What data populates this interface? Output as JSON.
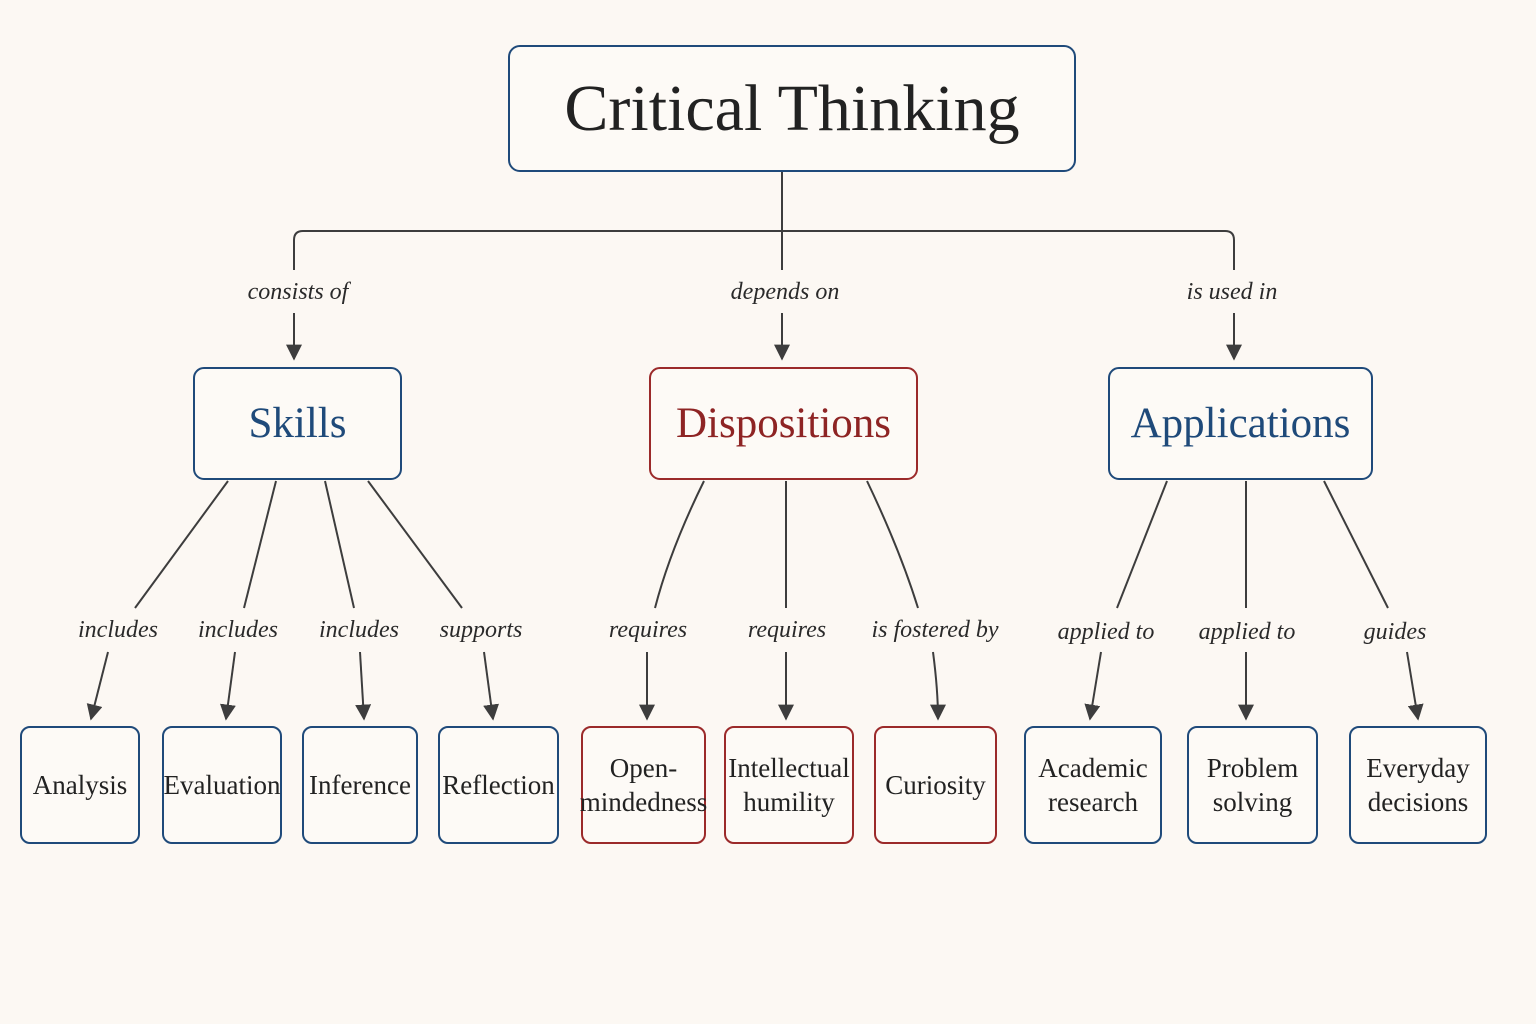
{
  "root": {
    "title": "Critical Thinking"
  },
  "branches": [
    {
      "relation": "consists of",
      "title": "Skills",
      "color": "#1f4a7a",
      "children": [
        {
          "relation": "includes",
          "label": "Analysis"
        },
        {
          "relation": "includes",
          "label": "Evaluation"
        },
        {
          "relation": "includes",
          "label": "Inference"
        },
        {
          "relation": "supports",
          "label": "Reflection"
        }
      ]
    },
    {
      "relation": "depends on",
      "title": "Dispositions",
      "color": "#9b2a2a",
      "children": [
        {
          "relation": "requires",
          "label": "Open-\nmindedness"
        },
        {
          "relation": "requires",
          "label": "Intellectual\nhumility"
        },
        {
          "relation": "is fostered by",
          "label": "Curiosity"
        }
      ]
    },
    {
      "relation": "is used in",
      "title": "Applications",
      "color": "#1f4a7a",
      "children": [
        {
          "relation": "applied to",
          "label": "Academic\nresearch"
        },
        {
          "relation": "applied to",
          "label": "Problem\nsolving"
        },
        {
          "relation": "guides",
          "label": "Everyday\ndecisions"
        }
      ]
    }
  ]
}
